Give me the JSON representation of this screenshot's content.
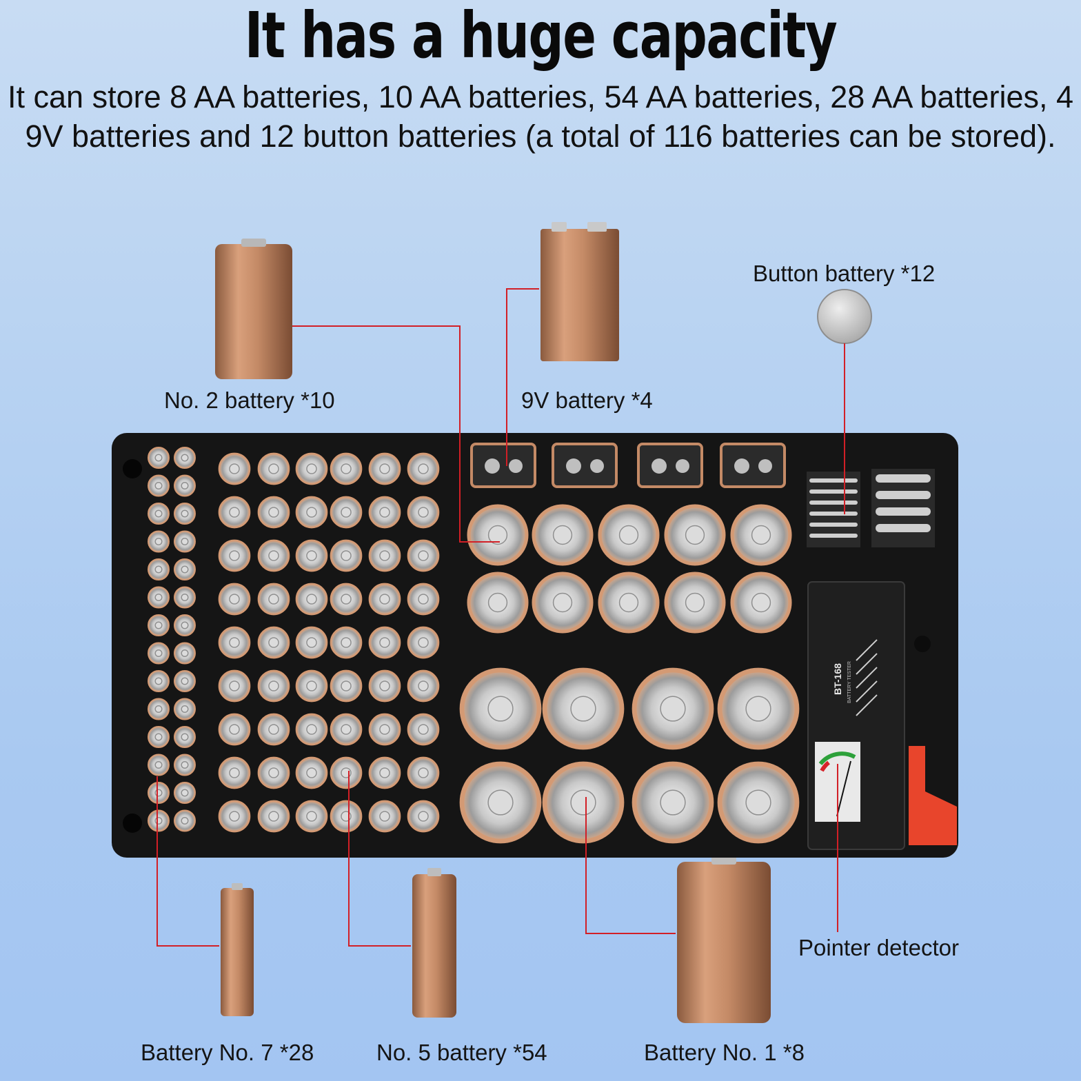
{
  "header": {
    "title": "It has a huge capacity",
    "description": "It can store 8 AA batteries, 10 AA batteries, 54 AA batteries, 28 AA batteries, 4 9V batteries and 12 button batteries (a total of 116 batteries can be stored)."
  },
  "labels": {
    "no2": "No. 2 battery *10",
    "nine_v": "9V battery *4",
    "button": "Button battery *12",
    "pointer": "Pointer detector",
    "no7": "Battery No. 7 *28",
    "no5": "No. 5 battery *54",
    "no1": "Battery No. 1 *8"
  },
  "tester": {
    "model": "BT-168",
    "subtitle": "BATTERY TESTER"
  },
  "colors": {
    "leader_line": "#d21f26",
    "copper": "#c48a66",
    "organizer_body": "#151515",
    "tester_switch": "#e8452c"
  }
}
